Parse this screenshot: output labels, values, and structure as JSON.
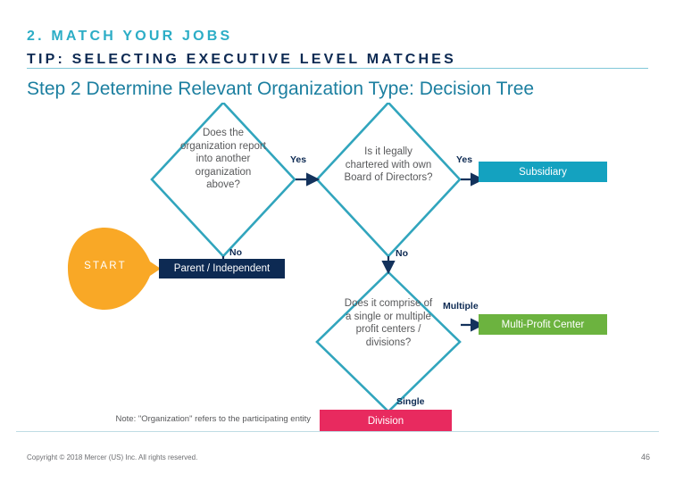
{
  "header": {
    "kicker": "2. MATCH YOUR JOBS",
    "subkicker": "TIP: SELECTING EXECUTIVE LEVEL MATCHES",
    "step_title": "Step 2  Determine Relevant Organization Type: Decision Tree"
  },
  "flow": {
    "start_label": "START",
    "decisions": [
      {
        "id": "d1",
        "text": "Does the organization report into another organization above?"
      },
      {
        "id": "d2",
        "text": "Is it legally chartered with own Board of Directors?"
      },
      {
        "id": "d3",
        "text": "Does it comprise of a single or multiple profit centers / divisions?"
      }
    ],
    "edge_labels": {
      "yes_1": "Yes",
      "yes_2": "Yes",
      "no_1": "No",
      "no_2": "No",
      "multiple": "Multiple",
      "single": "Single"
    },
    "outcomes": [
      {
        "id": "subsidiary",
        "label": "Subsidiary",
        "color": "#14A2C0"
      },
      {
        "id": "parent",
        "label": "Parent / Independent",
        "color": "#0D2A53"
      },
      {
        "id": "multi_profit",
        "label": "Multi-Profit Center",
        "color": "#6CB33F"
      },
      {
        "id": "division",
        "label": "Division",
        "color": "#E82A5F"
      }
    ]
  },
  "note": "Note: \"Organization\" refers to the participating entity",
  "footer": {
    "copyright": "Copyright © 2018 Mercer (US) Inc. All rights reserved.",
    "page_number": "46"
  },
  "colors": {
    "teal_accent": "#2CADC6",
    "navy": "#0D2A53",
    "diamond_stroke": "#31A5BD",
    "orange_start": "#F9A826",
    "arrow": "#13325C",
    "body_text": "#58595B"
  }
}
